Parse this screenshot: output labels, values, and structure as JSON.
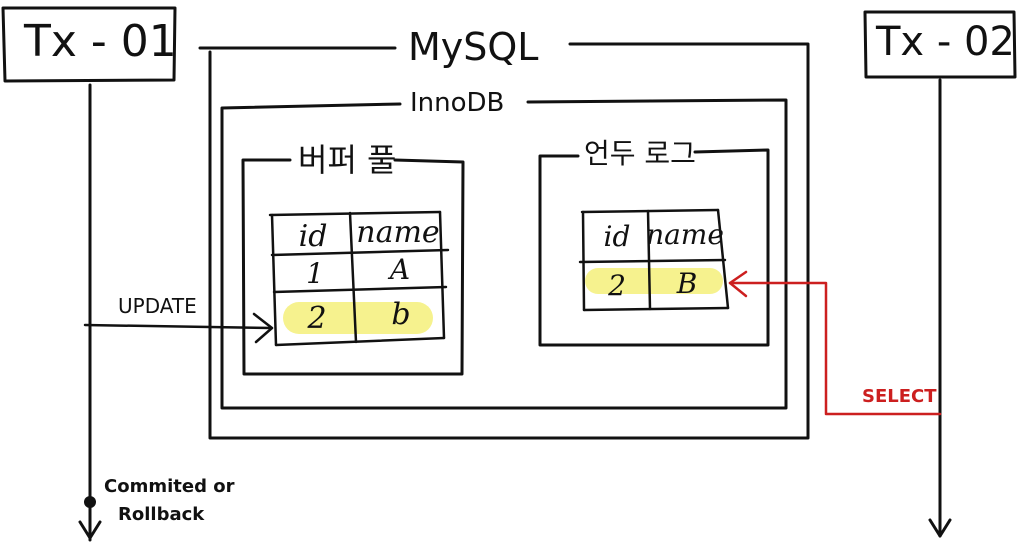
{
  "tx1": {
    "label": "Tx - 01",
    "end_note_line1": "Commited or",
    "end_note_line2": "Rollback"
  },
  "tx2": {
    "label": "Tx - 02"
  },
  "mysql": {
    "label": "MySQL"
  },
  "innodb": {
    "label": "InnoDB"
  },
  "buffer_pool": {
    "label": "버퍼 풀",
    "headers": [
      "id",
      "name"
    ],
    "rows": [
      [
        "1",
        "A"
      ],
      [
        "2",
        "b"
      ]
    ]
  },
  "undo_log": {
    "label": "언두 로그",
    "headers": [
      "id",
      "name"
    ],
    "rows": [
      [
        "2",
        "B"
      ]
    ]
  },
  "arrows": {
    "update_label": "UPDATE",
    "select_label": "SELECT"
  },
  "colors": {
    "ink": "#111111",
    "select_arrow": "#cc1f1f",
    "highlight": "#f5f07a"
  }
}
